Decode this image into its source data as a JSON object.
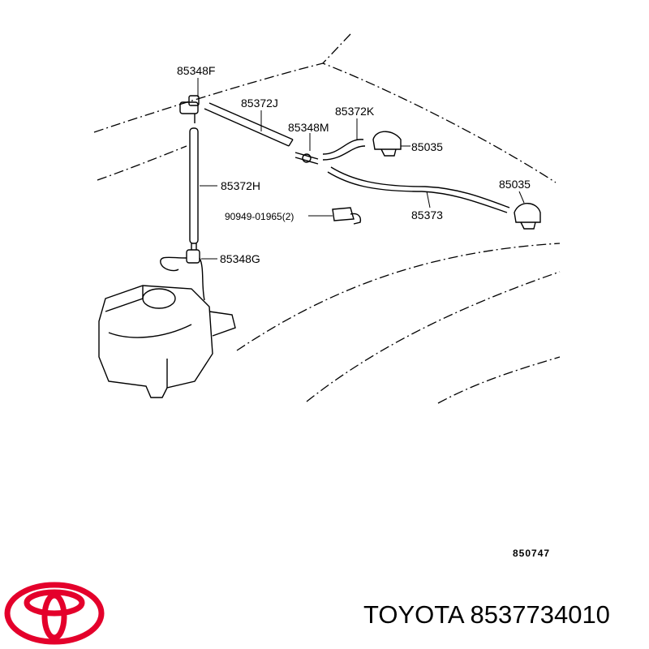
{
  "callouts": {
    "p85348F": "85348F",
    "p85372J": "85372J",
    "p85348M": "85348M",
    "p85372K": "85372K",
    "p85035_a": "85035",
    "p85035_b": "85035",
    "p85372H": "85372H",
    "p90949": "90949-01965(2)",
    "p85373": "85373",
    "p85348G": "85348G"
  },
  "diagram_code": "850747",
  "brand": {
    "name": "TOYOTA",
    "part_number": "8537734010",
    "logo_color": "#e4002b"
  }
}
